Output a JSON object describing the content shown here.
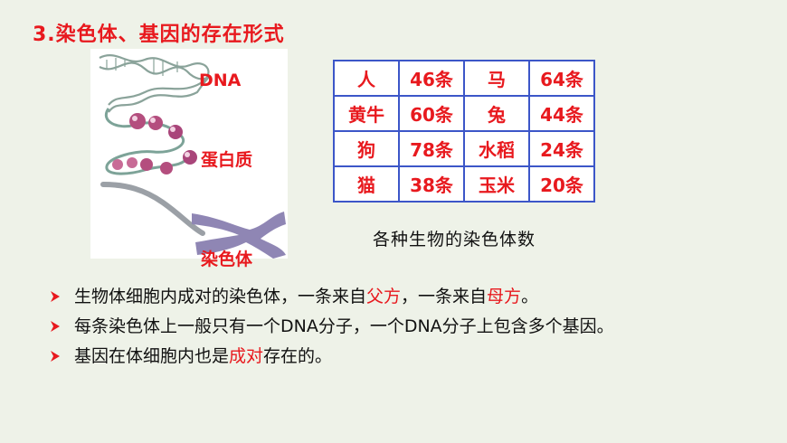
{
  "title": "3.染色体、基因的存在形式",
  "figure": {
    "label_dna": "DNA",
    "label_protein": "蛋白质",
    "label_chromosome": "染色体"
  },
  "table": {
    "rows": [
      [
        "人",
        "46条",
        "马",
        "64条"
      ],
      [
        "黄牛",
        "60条",
        "兔",
        "44条"
      ],
      [
        "狗",
        "78条",
        "水稻",
        "24条"
      ],
      [
        "猫",
        "38条",
        "玉米",
        "20条"
      ]
    ],
    "caption": "各种生物的染色体数"
  },
  "bullets": {
    "b1_a": "生物体细胞内成对的染色体，一条来自",
    "b1_b": "父方",
    "b1_c": "，一条来自",
    "b1_d": "母方",
    "b1_e": "。",
    "b2": "每条染色体上一般只有一个DNA分子，一个DNA分子上包含多个基因。",
    "b3_a": "基因在体细胞内也是",
    "b3_b": "成对",
    "b3_c": "存在的。"
  },
  "colors": {
    "accent": "#e8191e",
    "table_border": "#3c56c8",
    "bullet_arrow": "#e8191e"
  },
  "icons": {
    "bullet": "arrow-right-icon"
  }
}
